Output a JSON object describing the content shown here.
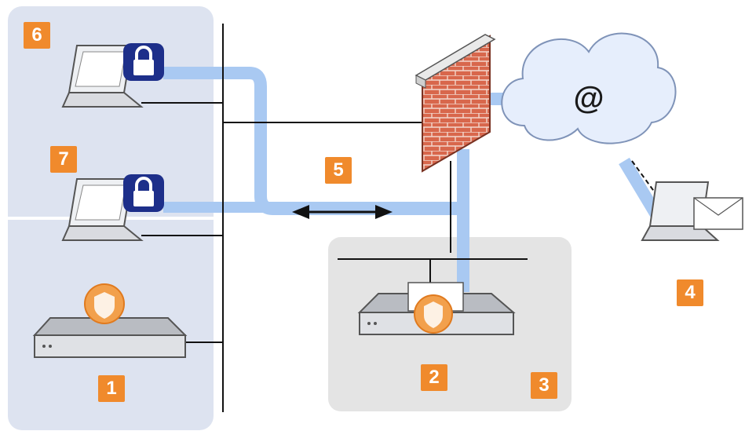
{
  "diagram": {
    "badges": [
      {
        "id": "1",
        "label": "1"
      },
      {
        "id": "2",
        "label": "2"
      },
      {
        "id": "3",
        "label": "3"
      },
      {
        "id": "4",
        "label": "4"
      },
      {
        "id": "5",
        "label": "5"
      },
      {
        "id": "6",
        "label": "6"
      },
      {
        "id": "7",
        "label": "7"
      }
    ],
    "cloud_label": "@"
  },
  "colors": {
    "zone_left": "#dde3f0",
    "zone_right": "#e4e4e4",
    "tunnel": "#a9c9f2",
    "badge": "#f08a2c",
    "brick": "#d8674c",
    "cloud": "#e6eefc",
    "lock": "#1d2f8a"
  },
  "icons": [
    "laptop-icon",
    "lock-icon",
    "firewall-icon",
    "cloud-icon",
    "server-icon",
    "shield-badge-icon",
    "email-icon",
    "double-arrow-icon"
  ]
}
